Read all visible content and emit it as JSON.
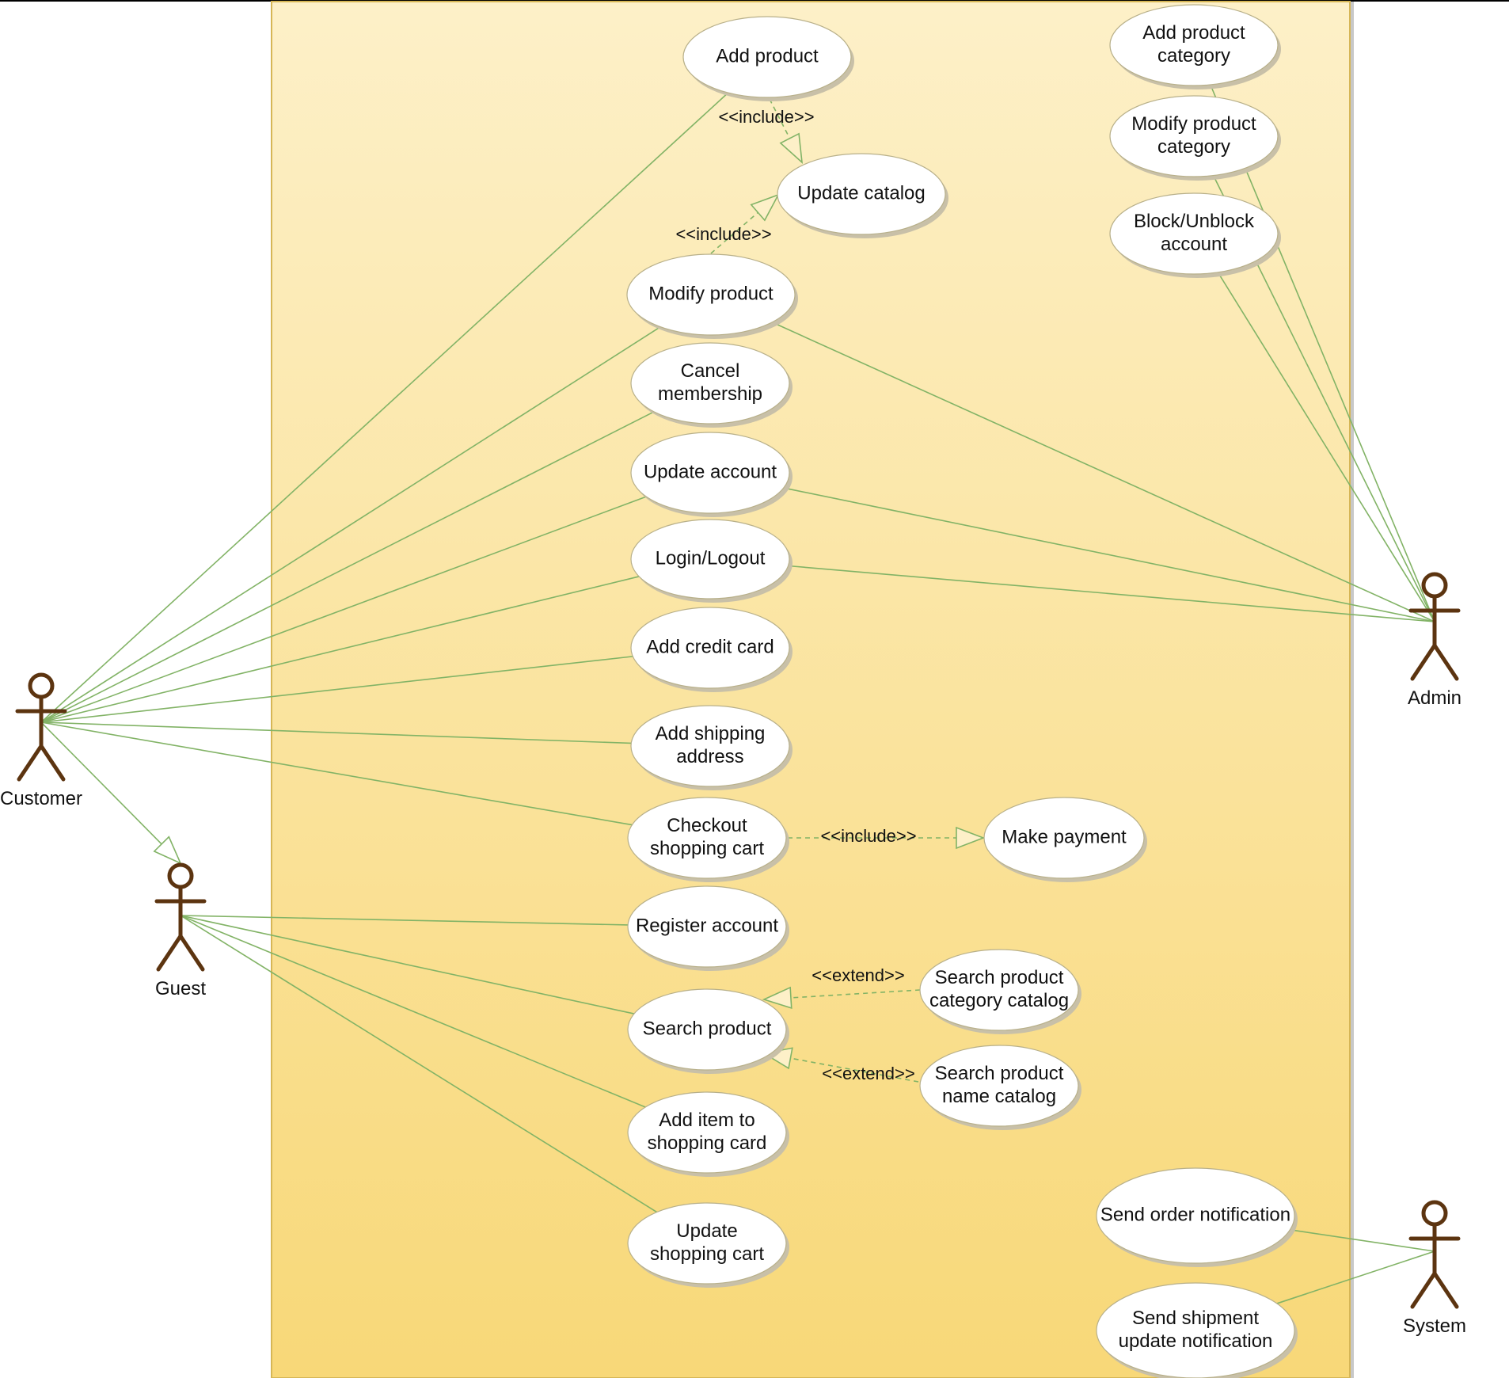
{
  "colors": {
    "boundary_top": "#fdf0c8",
    "boundary_bottom": "#f8d878",
    "boundary_border": "#d6b656",
    "line": "#82b366",
    "actor": "#5c3410",
    "usecase_fill": "#ffffff",
    "usecase_shadow": "#c8c0a8"
  },
  "actors": [
    {
      "id": "customer",
      "label": "Customer"
    },
    {
      "id": "guest",
      "label": "Guest"
    },
    {
      "id": "admin",
      "label": "Admin"
    },
    {
      "id": "system",
      "label": "System"
    }
  ],
  "usecases": [
    {
      "id": "add_product",
      "lines": [
        "Add product"
      ]
    },
    {
      "id": "update_catalog",
      "lines": [
        "Update catalog"
      ]
    },
    {
      "id": "modify_product",
      "lines": [
        "Modify product"
      ]
    },
    {
      "id": "cancel_membership",
      "lines": [
        "Cancel",
        "membership"
      ]
    },
    {
      "id": "update_account",
      "lines": [
        "Update account"
      ]
    },
    {
      "id": "login_logout",
      "lines": [
        "Login/Logout"
      ]
    },
    {
      "id": "add_credit_card",
      "lines": [
        "Add credit card"
      ]
    },
    {
      "id": "add_shipping_address",
      "lines": [
        "Add shipping",
        "address"
      ]
    },
    {
      "id": "checkout",
      "lines": [
        "Checkout",
        "shopping cart"
      ]
    },
    {
      "id": "make_payment",
      "lines": [
        "Make payment"
      ]
    },
    {
      "id": "register_account",
      "lines": [
        "Register account"
      ]
    },
    {
      "id": "search_product",
      "lines": [
        "Search product"
      ]
    },
    {
      "id": "search_category_catalog",
      "lines": [
        "Search product",
        "category catalog"
      ]
    },
    {
      "id": "search_name_catalog",
      "lines": [
        "Search product",
        "name catalog"
      ]
    },
    {
      "id": "add_item_cart",
      "lines": [
        "Add item to",
        "shopping card"
      ]
    },
    {
      "id": "update_cart",
      "lines": [
        "Update",
        "shopping cart"
      ]
    },
    {
      "id": "add_category",
      "lines": [
        "Add product",
        "category"
      ]
    },
    {
      "id": "modify_category",
      "lines": [
        "Modify product",
        "category"
      ]
    },
    {
      "id": "block_account",
      "lines": [
        "Block/Unblock",
        "account"
      ]
    },
    {
      "id": "send_order_notification",
      "lines": [
        "Send order notification"
      ]
    },
    {
      "id": "send_shipment_notification",
      "lines": [
        "Send shipment",
        "update notification"
      ]
    }
  ],
  "associations": [
    [
      "customer",
      "add_product"
    ],
    [
      "customer",
      "modify_product"
    ],
    [
      "customer",
      "cancel_membership"
    ],
    [
      "customer",
      "update_account"
    ],
    [
      "customer",
      "login_logout"
    ],
    [
      "customer",
      "add_credit_card"
    ],
    [
      "customer",
      "add_shipping_address"
    ],
    [
      "customer",
      "checkout"
    ],
    [
      "guest",
      "register_account"
    ],
    [
      "guest",
      "search_product"
    ],
    [
      "guest",
      "add_item_cart"
    ],
    [
      "guest",
      "update_cart"
    ],
    [
      "admin",
      "modify_product"
    ],
    [
      "admin",
      "update_account"
    ],
    [
      "admin",
      "login_logout"
    ],
    [
      "admin",
      "add_category"
    ],
    [
      "admin",
      "modify_category"
    ],
    [
      "admin",
      "block_account"
    ],
    [
      "system",
      "send_order_notification"
    ],
    [
      "system",
      "send_shipment_notification"
    ]
  ],
  "generalizations": [
    [
      "customer",
      "guest"
    ]
  ],
  "dependencies": [
    {
      "from": "add_product",
      "to": "update_catalog",
      "stereotype": "<<include>>"
    },
    {
      "from": "modify_product",
      "to": "update_catalog",
      "stereotype": "<<include>>"
    },
    {
      "from": "checkout",
      "to": "make_payment",
      "stereotype": "<<include>>"
    },
    {
      "from": "search_category_catalog",
      "to": "search_product",
      "stereotype": "<<extend>>"
    },
    {
      "from": "search_name_catalog",
      "to": "search_product",
      "stereotype": "<<extend>>"
    }
  ]
}
